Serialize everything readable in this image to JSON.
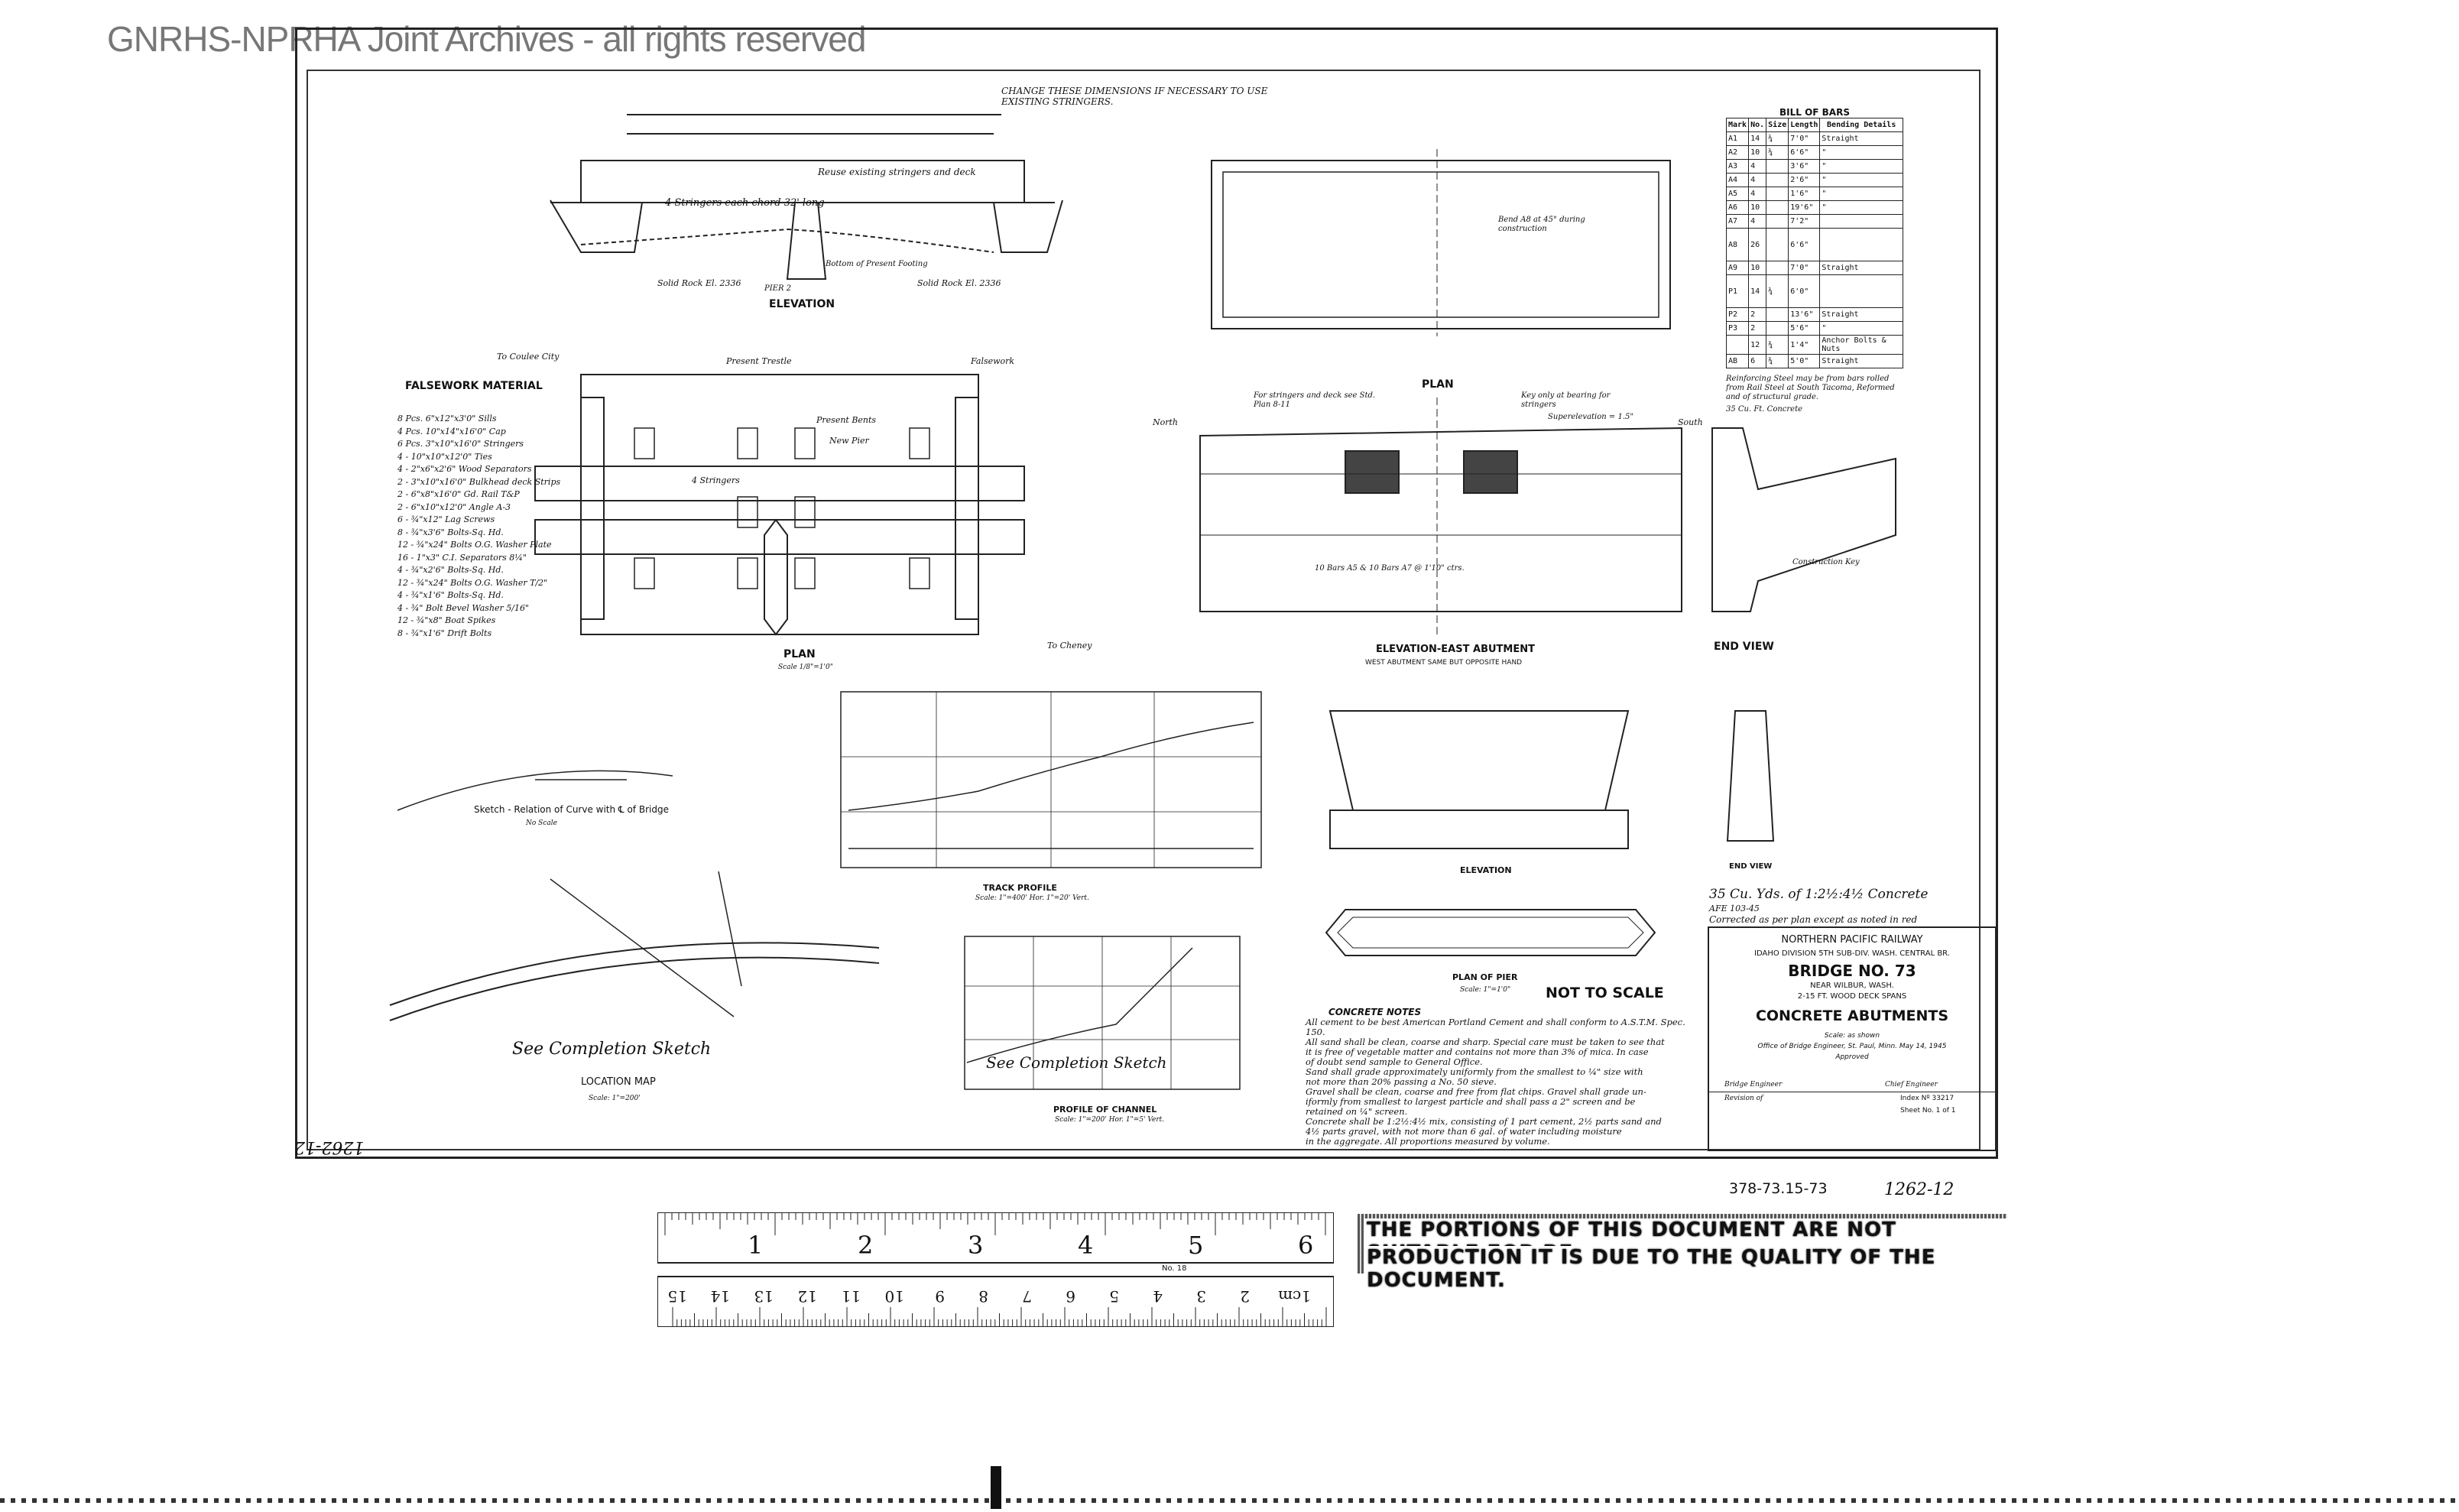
{
  "watermark": "GNRHS-NPRHA Joint Archives - all rights reserved",
  "views": {
    "elevation_top": "ELEVATION",
    "plan_top": "PLAN",
    "plan_falsework": "PLAN",
    "plan_falsework_scale": "Scale 1/8\"=1'0\"",
    "elevation_east": "ELEVATION-EAST ABUTMENT",
    "elevation_east_sub": "WEST ABUTMENT SAME BUT OPPOSITE HAND",
    "end_view": "END VIEW",
    "end_view_pier": "END VIEW",
    "elevation_pier": "ELEVATION",
    "plan_of_pier": "PLAN OF PIER",
    "plan_of_pier_scale": "Scale: 1\"=1'0\"",
    "track_profile": "TRACK PROFILE",
    "track_profile_scale": "Scale: 1\"=400' Hor. 1\"=20' Vert.",
    "profile_channel": "PROFILE OF CHANNEL",
    "profile_channel_scale": "Scale: 1\"=200' Hor. 1\"=5' Vert.",
    "location_map": "LOCATION MAP",
    "location_map_scale": "Scale: 1\"=200'",
    "sketch_relation": "Sketch - Relation of Curve with ℄ of Bridge",
    "sketch_relation_scale": "No Scale",
    "see_completion_1": "See Completion Sketch",
    "see_completion_2": "See Completion Sketch",
    "not_to_scale": "NOT TO SCALE",
    "falsework_material": "FALSEWORK MATERIAL",
    "to_coulee_city": "To Coulee City",
    "to_cheney": "To Cheney",
    "present_trestle": "Present Trestle",
    "falsework": "Falsework",
    "four_stringers": "4 Stringers",
    "present_bents": "Present Bents",
    "new_pier": "New Pier",
    "north": "North",
    "south": "South",
    "construction_key": "Construction Key"
  },
  "annotations": {
    "change_dims": "CHANGE THESE DIMENSIONS IF NECESSARY TO USE EXISTING STRINGERS.",
    "reuse_stringers": "Reuse existing stringers and deck",
    "four_stringers_chord": "4 Stringers each chord 32' long",
    "solid_rock_1": "Solid Rock El. 2336",
    "solid_rock_2": "Solid Rock El. 2336",
    "bottom_footings": "Bottom of Present Footing",
    "pier": "PIER 2",
    "for_stringers": "For stringers and deck see Std. Plan 8-11",
    "key_only": "Key only at bearing for stringers",
    "superelevation": "Superelevation = 1.5\"",
    "bars_note": "10 Bars A5 & 10 Bars A7 @ 1'10\" ctrs.",
    "bend_a8": "Bend A8 at 45° during construction",
    "concrete_qty": "35 Cu. Yds. of 1:2½:4½ Concrete",
    "afe": "AFE 103-45",
    "corrected": "Corrected as per plan except as noted in red",
    "reinforcing": "Reinforcing Steel may be from bars rolled from Rail Steel at South Tacoma, Reformed and of structural grade.",
    "reinforcing_2": "35 Cu. Ft. Concrete"
  },
  "bill_of_bars": {
    "title": "BILL OF BARS",
    "headers": [
      "Mark",
      "No.",
      "Size",
      "Length",
      "Bending Details"
    ],
    "rows": [
      [
        "A1",
        "14",
        "¾",
        "7'0\"",
        "Straight"
      ],
      [
        "A2",
        "10",
        "¾",
        "6'6\"",
        "\""
      ],
      [
        "A3",
        "4",
        "",
        "3'6\"",
        "\""
      ],
      [
        "A4",
        "4",
        "",
        "2'6\"",
        "\""
      ],
      [
        "A5",
        "4",
        "",
        "1'6\"",
        "\""
      ],
      [
        "A6",
        "10",
        "",
        "19'6\"",
        "\""
      ],
      [
        "A7",
        "4",
        "",
        "7'2\"",
        ""
      ],
      [
        "A8",
        "26",
        "",
        "6'6\"",
        ""
      ],
      [
        "A9",
        "10",
        "",
        "7'0\"",
        "Straight"
      ],
      [
        "P1",
        "14",
        "¾",
        "6'0\"",
        ""
      ],
      [
        "P2",
        "2",
        "",
        "13'6\"",
        "Straight"
      ],
      [
        "P3",
        "2",
        "",
        "5'6\"",
        "\""
      ],
      [
        "",
        "12",
        "¾",
        "1'4\"",
        "Anchor Bolts & Nuts"
      ],
      [
        "AB",
        "6",
        "¾",
        "5'0\"",
        "Straight"
      ]
    ]
  },
  "falsework_list": [
    "8 Pcs. 6\"x12\"x3'0\"  Sills",
    "4 Pcs. 10\"x14\"x16'0\"  Cap",
    "6 Pcs. 3\"x10\"x16'0\"  Stringers",
    "4 - 10\"x10\"x12'0\"  Ties",
    "4 - 2\"x6\"x2'6\"  Wood Separators",
    "2 - 3\"x10\"x16'0\"  Bulkhead deck Strips",
    "2 - 6\"x8\"x16'0\"  Gd. Rail T&P",
    "2 - 6\"x10\"x12'0\"  Angle A-3",
    "6 - ¾\"x12\"  Lag Screws",
    "8 - ¾\"x3'6\"  Bolts-Sq. Hd.",
    "12 - ¾\"x24\" Bolts  O.G. Washer Plate",
    "16 - 1\"x3\"  C.I. Separators 8¼\"",
    "4 - ¾\"x2'6\"  Bolts-Sq. Hd.",
    "12 - ¾\"x24\" Bolts  O.G. Washer T/2\"",
    "4 - ¾\"x1'6\"  Bolts-Sq. Hd.",
    "4 - ¾\" Bolt  Bevel Washer 5/16\"",
    "12 - ¾\"x8\"  Boat Spikes",
    "8 - ¾\"x1'6\"  Drift Bolts"
  ],
  "notes": {
    "title": "CONCRETE NOTES",
    "lines": [
      "All cement to be best American Portland Cement and shall conform to A.S.T.M. Spec. 150.",
      "All sand shall be clean, coarse and sharp. Special care must be taken to see that",
      "it is free of vegetable matter and contains not more than 3% of mica. In case",
      "of doubt send sample to General Office.",
      "Sand shall grade approximately uniformly from the smallest to ¼\" size with",
      "not more than 20% passing a No. 50 sieve.",
      "Gravel shall be clean, coarse and free from flat chips. Gravel shall grade un-",
      "iformly from smallest to largest particle and shall pass a 2\" screen and be",
      "retained on ¼\" screen.",
      "Concrete shall be 1:2½:4½ mix, consisting of 1 part cement, 2½ parts sand and",
      "4½ parts gravel, with not more than 6 gal. of water including moisture",
      "in the aggregate. All proportions measured by volume."
    ]
  },
  "title_block": {
    "company": "NORTHERN PACIFIC RAILWAY",
    "division": "IDAHO DIVISION 5TH SUB-DIV. WASH. CENTRAL BR.",
    "bridge": "BRIDGE NO. 73",
    "location": "NEAR WILBUR, WASH.",
    "spans": "2-15 FT. WOOD DECK SPANS",
    "subject": "CONCRETE ABUTMENTS",
    "scale": "Scale: as shown",
    "office": "Office of Bridge Engineer, St. Paul, Minn. May 14, 1945",
    "approved": "Approved",
    "bridge_engineer": "Bridge Engineer",
    "chief_engineer": "Chief Engineer",
    "revision": "Revision of",
    "index_no": "Index Nº 33217",
    "sheet": "Sheet No. 1 of 1",
    "drawing_no": "378-73.15-73",
    "sheet_ref": "1262-12"
  },
  "margin_ref": "1262-12",
  "ruler": {
    "top_numbers": [
      "1",
      "2",
      "3",
      "4",
      "5",
      "6"
    ],
    "bottom_numbers": [
      "1cm",
      "2",
      "3",
      "4",
      "5",
      "6",
      "7",
      "8",
      "9",
      "10",
      "11",
      "12",
      "13",
      "14",
      "15"
    ],
    "model": "No. 18"
  },
  "warning": {
    "line1": "THE PORTIONS OF THIS DOCUMENT ARE NOT SUITABLE FOR RE-",
    "line2": "PRODUCTION IT IS DUE TO THE QUALITY OF THE DOCUMENT."
  }
}
